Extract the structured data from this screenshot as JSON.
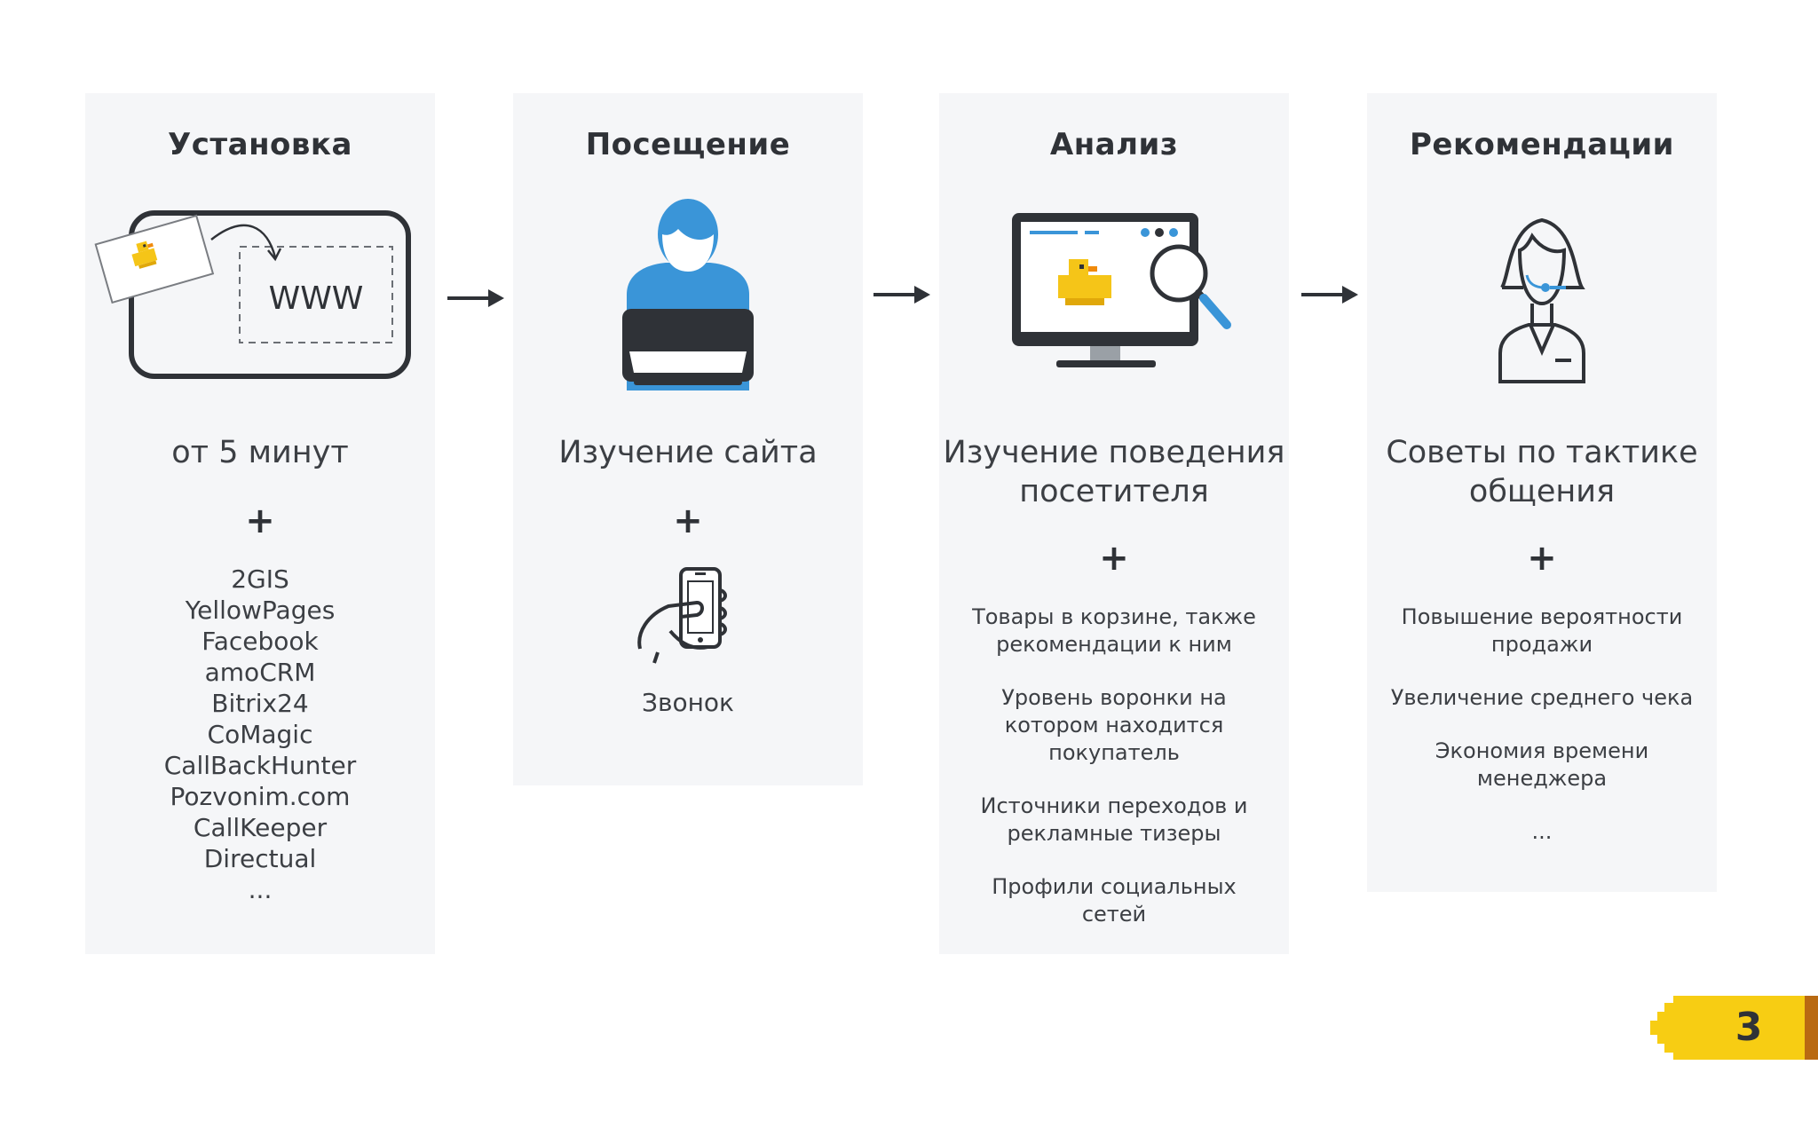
{
  "steps": [
    {
      "title": "Установка",
      "headline": "от 5 минут",
      "card_text": "WWW",
      "integrations": [
        "2GIS",
        "YellowPages",
        "Facebook",
        "amoCRM",
        "Bitrix24",
        "CoMagic",
        "CallBackHunter",
        "Pozvonim.com",
        "CallKeeper",
        "Directual",
        "..."
      ]
    },
    {
      "title": "Посещение",
      "headline": "Изучение сайта",
      "call_label": "Звонок"
    },
    {
      "title": "Анализ",
      "headline_line1": "Изучение поведения",
      "headline_line2": "посетителя",
      "items": [
        "Товары в корзине, также рекомендации к ним",
        "Уровень воронки на котором находится покупатель",
        "Источники переходов и рекламные тизеры",
        "Профили социальных сетей"
      ]
    },
    {
      "title": "Рекомендации",
      "headline_line1": "Советы по тактике",
      "headline_line2": "общения",
      "items": [
        "Повышение вероятности продажи",
        "Увеличение среднего чека",
        "Экономия времени менеджера",
        "..."
      ]
    }
  ],
  "plus_sign": "+",
  "page_number": "3",
  "colors": {
    "panel": "#f5f6f8",
    "text": "#3c3f44",
    "dark": "#2f3237",
    "accent_blue": "#3a95d8",
    "duck_yellow": "#f5c518",
    "badge_yellow": "#f7cd13",
    "badge_edge": "#b96a12"
  }
}
